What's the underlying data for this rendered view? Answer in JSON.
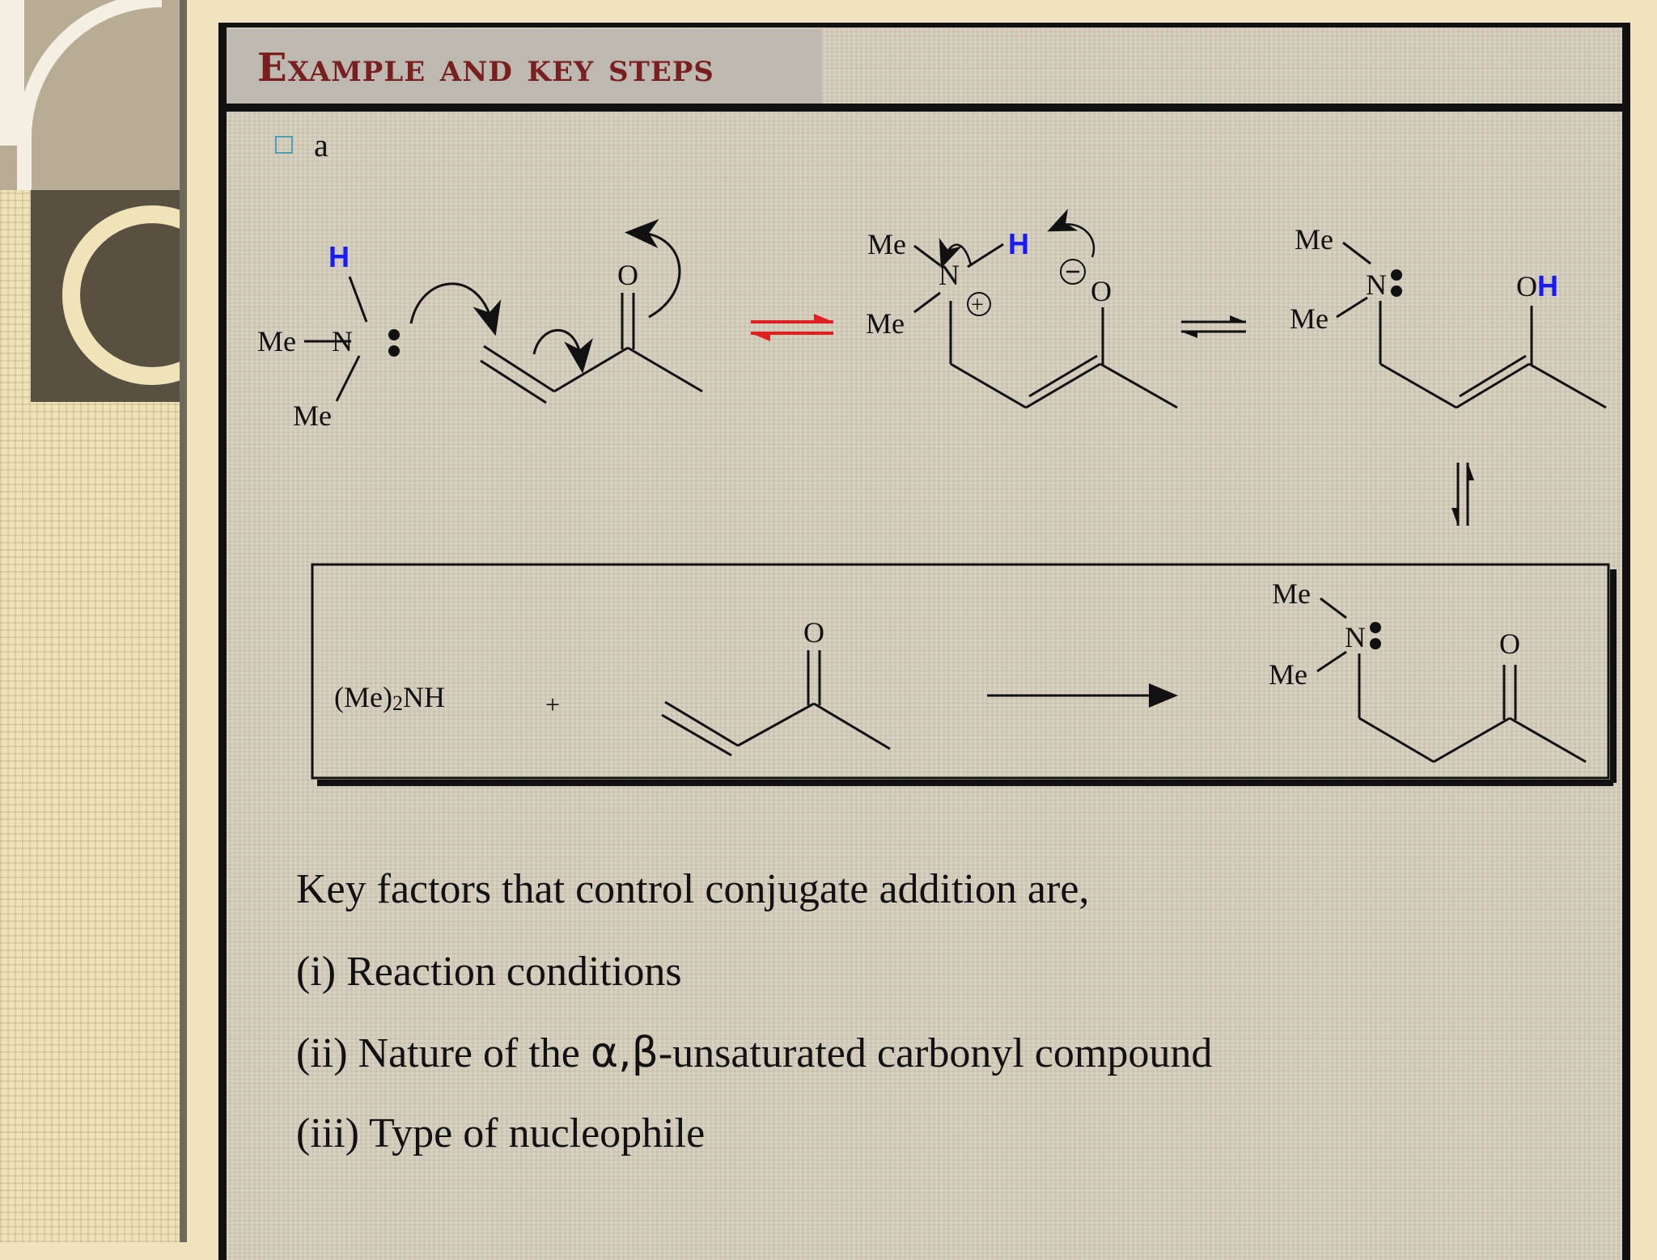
{
  "slide": {
    "title": "Example and key steps",
    "bullet_text": "a"
  },
  "scheme": {
    "h": "H",
    "me": "Me",
    "n": "N",
    "o": "O",
    "oh_o": "O",
    "oh_h": "H",
    "plus": "+",
    "minus": "−",
    "reagent": "(Me)2NH",
    "reagent_main": "(Me)",
    "reagent_sub": "2",
    "reagent_end": "NH",
    "reaction_plus": "+"
  },
  "key_factors": {
    "heading": "Key factors that control conjugate addition are,",
    "item1": "(i)  Reaction conditions",
    "item2_pre": "(ii)  Nature of the ",
    "item2_greek": "α,β",
    "item2_post": "-unsaturated carbonyl compound",
    "item3": "(iii)  Type of nucleophile"
  },
  "colors": {
    "title": "#7a1f1f",
    "hydrogen": "#1a1aff",
    "equilibrium_arrow": "#e02020",
    "bullet": "#4a9fb0"
  }
}
